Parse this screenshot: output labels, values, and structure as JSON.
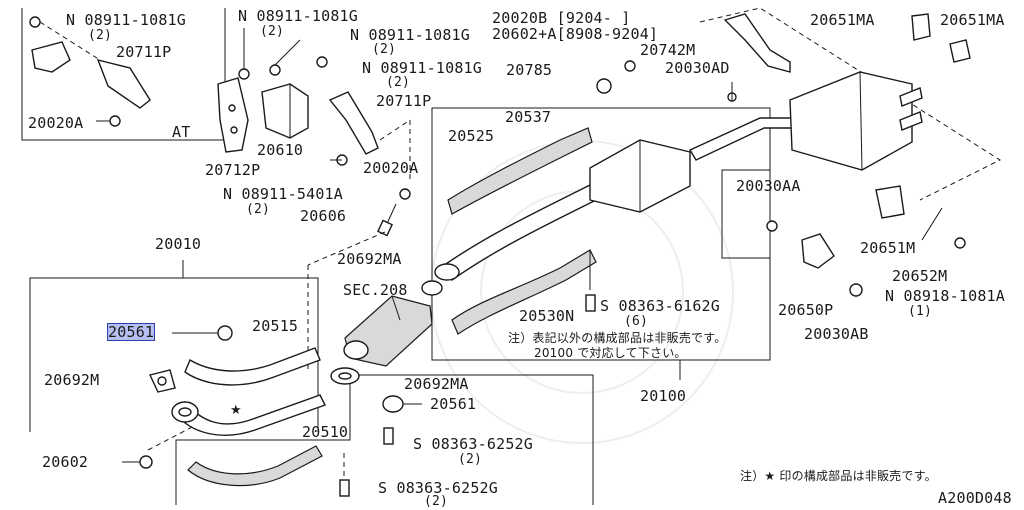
{
  "diagram_code": "A200D048",
  "note_marked_not_sold": "注）★ 印の構成部品は非販売です。",
  "note_unlisted": {
    "line1": "注）表記以外の構成部品は非販売です。",
    "line2": "20100 で対応して下さい。"
  },
  "at_label": "AT",
  "sec_label": "SEC.208",
  "part_labels": {
    "p20711p_a": "20711P",
    "p20020a_a": "20020A",
    "p20712p": "20712P",
    "p20610": "20610",
    "p20711p_b": "20711P",
    "p20020a_b": "20020A",
    "p20606": "20606",
    "p20010": "20010",
    "p20561_a": "20561",
    "p20515": "20515",
    "p20692m": "20692M",
    "p20692ma_a": "20692MA",
    "p20692ma_b": "20692MA",
    "p20561_b": "20561",
    "p20510": "20510",
    "p20602": "20602",
    "p20537": "20537",
    "p20525": "20525",
    "p20530n": "20530N",
    "p20100": "20100",
    "p20785": "20785",
    "p20742m": "20742M",
    "p20030ad": "20030AD",
    "p20651ma_a": "20651MA",
    "p20651ma_b": "20651MA",
    "p20030aa": "20030AA",
    "p20651m": "20651M",
    "p20652m": "20652M",
    "p20650p": "20650P",
    "p20030ab": "20030AB",
    "p20020b": "20020B",
    "p20602a": "20602+A[8908-9204]",
    "p20020b_date": "[9204-    ]"
  },
  "fasteners": {
    "n_08911_1081g_a": {
      "sym": "N",
      "code": "08911-1081G",
      "qty": "(2)"
    },
    "n_08911_1081g_b": {
      "sym": "N",
      "code": "08911-1081G",
      "qty": "(2)"
    },
    "n_08911_1081g_c": {
      "sym": "N",
      "code": "08911-1081G",
      "qty": "(2)"
    },
    "n_08911_1081g_d": {
      "sym": "N",
      "code": "08911-1081G",
      "qty": "(2)"
    },
    "n_08911_5401a": {
      "sym": "N",
      "code": "08911-5401A",
      "qty": "(2)"
    },
    "s_08363_6162g": {
      "sym": "S",
      "code": "08363-6162G",
      "qty": "(6)"
    },
    "s_08363_6252g_a": {
      "sym": "S",
      "code": "08363-6252G",
      "qty": "(2)"
    },
    "s_08363_6252g_b": {
      "sym": "S",
      "code": "08363-6252G",
      "qty": "(2)"
    },
    "n_08918_1081a": {
      "sym": "N",
      "code": "08918-1081A",
      "qty": "(1)"
    }
  }
}
